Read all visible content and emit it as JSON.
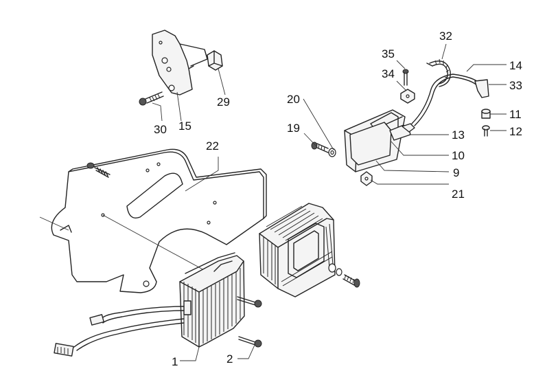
{
  "callouts": [
    {
      "id": "c1",
      "label": "1"
    },
    {
      "id": "c2",
      "label": "2"
    },
    {
      "id": "c9",
      "label": "9"
    },
    {
      "id": "c10",
      "label": "10"
    },
    {
      "id": "c11",
      "label": "11"
    },
    {
      "id": "c12",
      "label": "12"
    },
    {
      "id": "c13",
      "label": "13"
    },
    {
      "id": "c14",
      "label": "14"
    },
    {
      "id": "c15",
      "label": "15"
    },
    {
      "id": "c19",
      "label": "19"
    },
    {
      "id": "c20",
      "label": "20"
    },
    {
      "id": "c21",
      "label": "21"
    },
    {
      "id": "c22",
      "label": "22"
    },
    {
      "id": "c29",
      "label": "29"
    },
    {
      "id": "c30",
      "label": "30"
    },
    {
      "id": "c32",
      "label": "32"
    },
    {
      "id": "c33",
      "label": "33"
    },
    {
      "id": "c34",
      "label": "34"
    },
    {
      "id": "c35",
      "label": "35"
    }
  ]
}
